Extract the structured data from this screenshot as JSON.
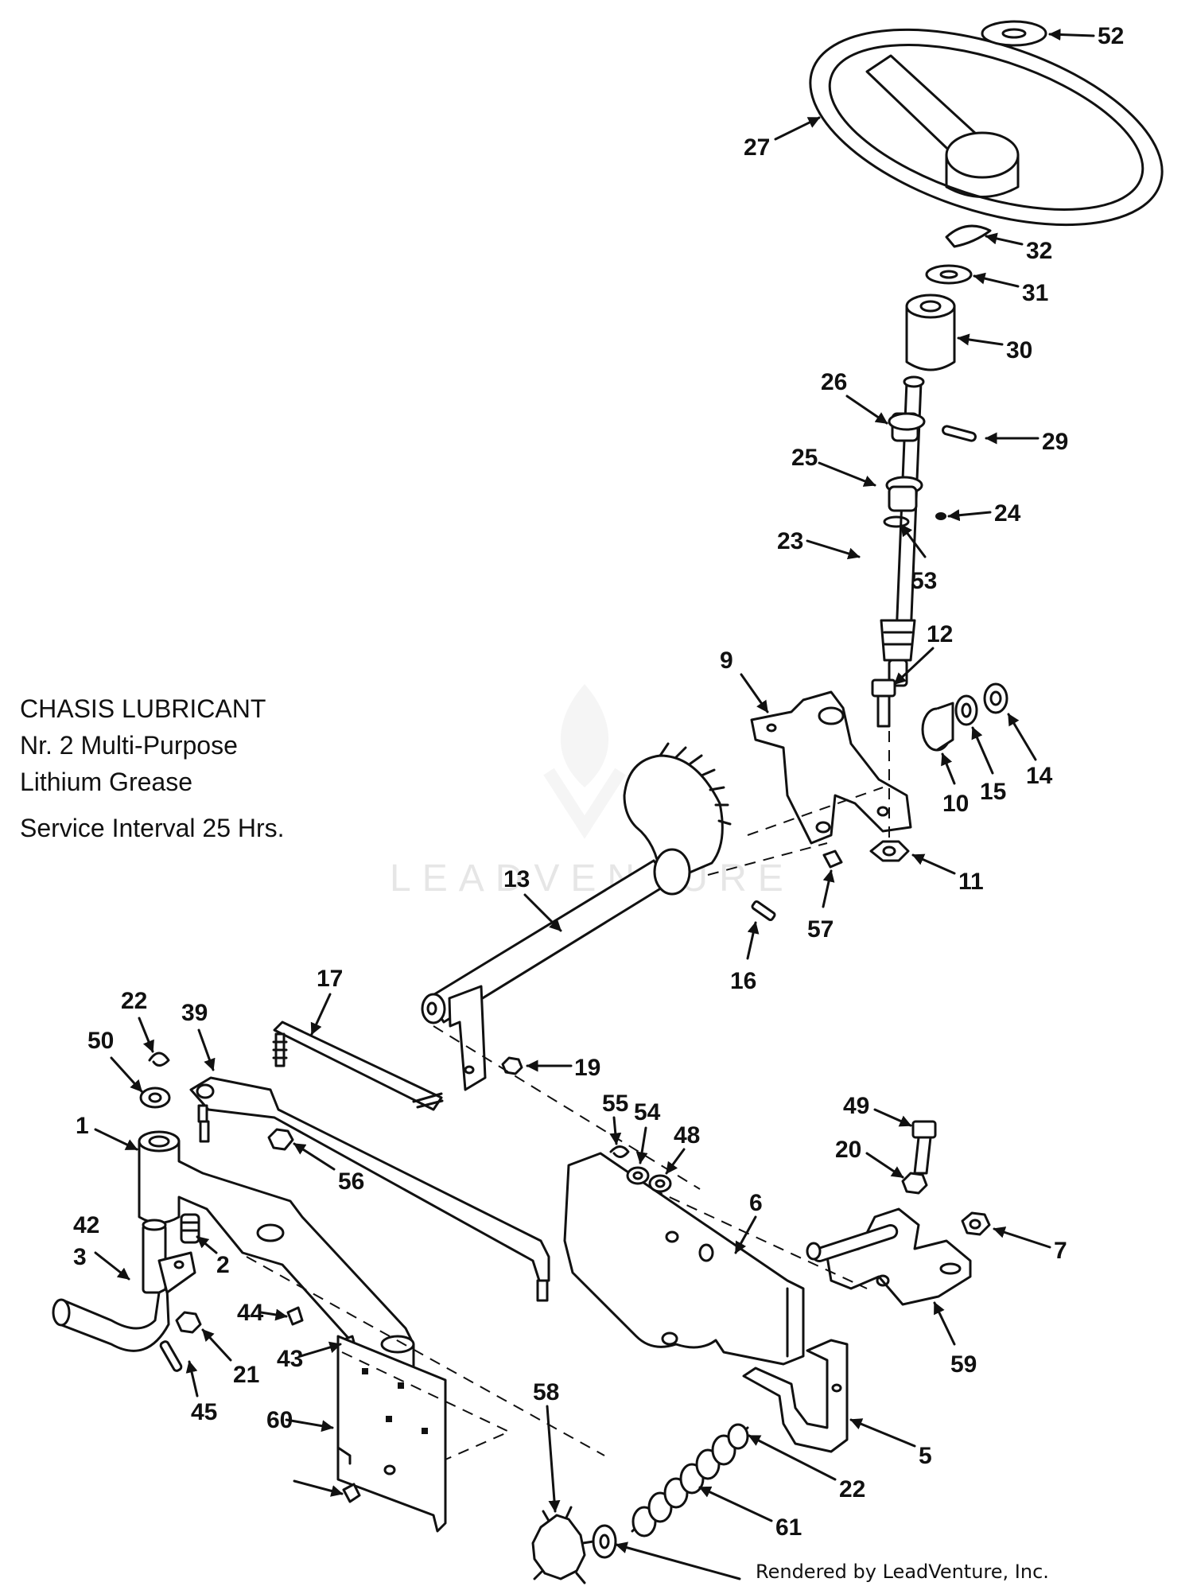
{
  "notes": {
    "line1": "CHASIS LUBRICANT",
    "line2": "Nr. 2 Multi-Purpose",
    "line3": "Lithium Grease",
    "line4": "Service Interval 25 Hrs."
  },
  "watermark": "LEADVENTURE",
  "footer": "Rendered by LeadVenture, Inc.",
  "callouts": [
    "52",
    "27",
    "32",
    "31",
    "30",
    "26",
    "29",
    "25",
    "24",
    "23",
    "53",
    "12",
    "9",
    "14",
    "15",
    "10",
    "11",
    "57",
    "13",
    "16",
    "17",
    "22",
    "39",
    "50",
    "19",
    "1",
    "56",
    "55",
    "54",
    "48",
    "49",
    "20",
    "6",
    "7",
    "42",
    "3",
    "2",
    "44",
    "43",
    "21",
    "45",
    "59",
    "5",
    "58",
    "60",
    "22",
    "61"
  ]
}
